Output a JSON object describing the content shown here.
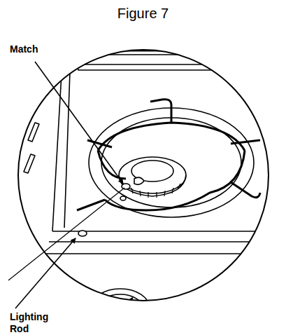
{
  "diagram": {
    "title": "Figure 7",
    "labels": [
      "Match",
      "Lighting Rod"
    ]
  }
}
